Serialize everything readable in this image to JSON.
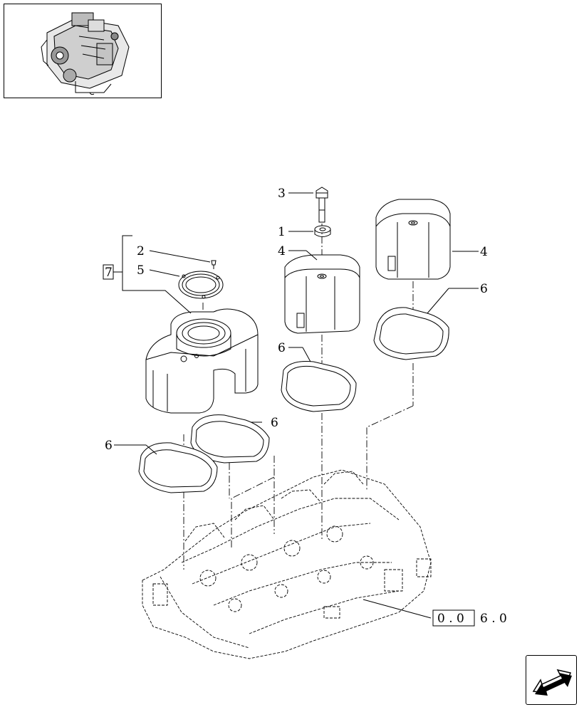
{
  "callouts": {
    "c1": "1",
    "c2": "2",
    "c3": "3",
    "c4a": "4",
    "c4b": "4",
    "c5": "5",
    "c6a": "6",
    "c6b": "6",
    "c6c": "6",
    "c6d": "6",
    "c7": "7"
  },
  "reference": {
    "boxed": "0 . 0",
    "rest": "6 . 0"
  },
  "icons": {
    "thumbnail": "engine-thumbnail-icon",
    "nav": "next-page-arrow-icon"
  }
}
